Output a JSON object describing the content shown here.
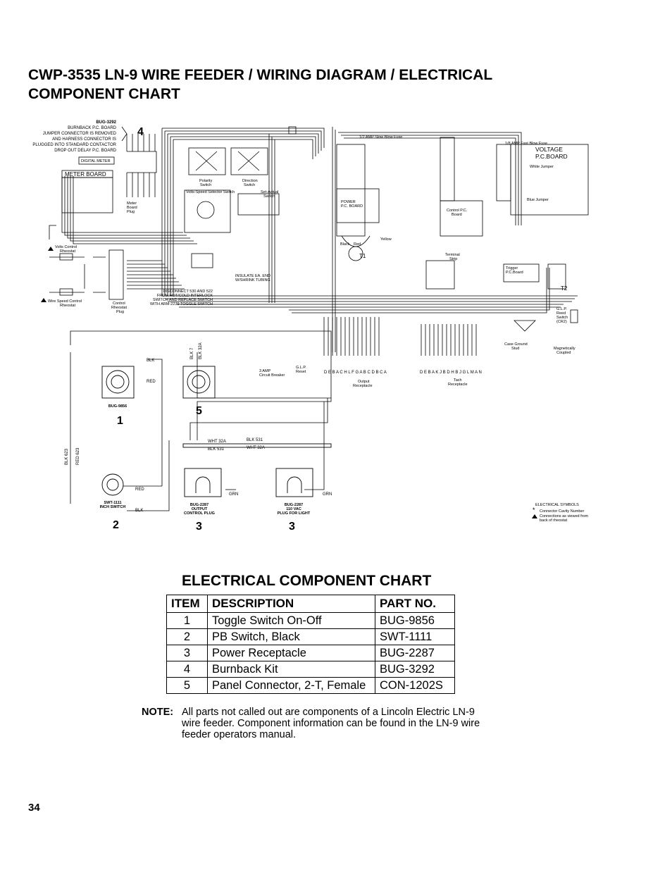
{
  "title": "CWP-3535 LN-9 WIRE FEEDER / WIRING DIAGRAM / ELECTRICAL COMPONENT CHART",
  "diagram": {
    "burnback_ref": "BUG-3292",
    "burnback_note": [
      "BURNBACK P.C. BOARD",
      "JUMPER CONNECTOR IS REMOVED",
      "AND HARNESS CONNECTOR IS",
      "PLUGGED INTO STANDARD CONTACTOR",
      "DROP OUT DELAY P.C. BOARD"
    ],
    "callouts": [
      "1",
      "2",
      "3",
      "3",
      "4",
      "5"
    ],
    "digital_meter": "DIGITAL METER",
    "meter_board": "METER BOARD",
    "meter_board_plug": [
      "Meter",
      "Board",
      "Plug"
    ],
    "volts_control_rheostat": [
      "Volts Control",
      "Rheostat"
    ],
    "wire_speed_control_rheostat": [
      "Wire Speed Control",
      "Rheostat"
    ],
    "control_rheostat_plug": [
      "Control",
      "Rheostat",
      "Plug"
    ],
    "polarity_switch": [
      "Polarity",
      "Switch"
    ],
    "direction_switch": [
      "Direction",
      "Switch"
    ],
    "volts_speed_selector": "Volts-Speed Selector Switch",
    "set_actual_switch": [
      "Set-Actual",
      "Switch"
    ],
    "insulate_note": [
      "INSULATE EA. END",
      "W/SHRINK TUBING"
    ],
    "disconnect_note": [
      "DISCONNECT 530 AND 522",
      "FROM HOT/COLD INTERLOCK",
      "SWITCH AND REPLACE SWITCH",
      "WITH ARM-2279 TOGGLE SWITCH"
    ],
    "fuse_label": "1/2 AMP Slow Blow Fuse",
    "power_pc_board": [
      "POWER",
      "P.C. BOARD"
    ],
    "control_pc_board": [
      "Control P.C.",
      "Board"
    ],
    "fast_fuse": "1/8 AMP Fast Blow Fuse",
    "voltage_board": [
      "VOLTAGE",
      "P.C.BOARD"
    ],
    "white_jumper": "White Jumper",
    "blue_jumper": "Blue Jumper",
    "terminal_strip": [
      "Terminal",
      "Strip"
    ],
    "trigger_board": [
      "Trigger",
      "P.C.Board"
    ],
    "t1": "T1",
    "t2": "T2",
    "glp_reed": [
      "G.L.P.",
      "Reed",
      "Switch",
      "(CR2)"
    ],
    "case_ground": [
      "Case Ground",
      "Stud"
    ],
    "mag_coupled": [
      "Magnetically",
      "Coupled"
    ],
    "circuit_breaker": [
      "3 AMP",
      "Circuit Breaker"
    ],
    "glp_reset": [
      "G.L.P.",
      "Reset"
    ],
    "output_receptacle": [
      "Output",
      "Receptacle"
    ],
    "tach_receptacle": [
      "Tach",
      "Receptacle"
    ],
    "wire_labels": {
      "blk": "BLK",
      "red": "RED",
      "grn": "GRN",
      "wht32a": "WHT 32A",
      "blk531": "BLK 531",
      "blk623": "BLK 623",
      "red623": "RED 623",
      "blk7": "BLK 7",
      "blk32a": "BLK 32A"
    },
    "bug9856": "BUG-9856",
    "swt1111": [
      "SWT-1111",
      "INCH SWITCH"
    ],
    "bug2287_output": [
      "BUG-2287",
      "OUTPUT",
      "CONTROL PLUG"
    ],
    "bug2287_light": [
      "BUG-2287",
      "110 VAC",
      "PLUG FOR LIGHT"
    ],
    "electrical_symbols": "ELECTRICAL SYMBOLS",
    "symbol_star": "Connector Cavity Number",
    "symbol_triangle": [
      "Connections as viewed from",
      "back of rheostat"
    ],
    "color_black": "Black",
    "color_red": "Red",
    "color_yellow": "Yellow"
  },
  "chart": {
    "title": "ELECTRICAL COMPONENT CHART",
    "headers": {
      "item": "ITEM",
      "description": "DESCRIPTION",
      "part": "PART NO."
    },
    "rows": [
      {
        "item": "1",
        "description": "Toggle Switch On-Off",
        "part": "BUG-9856"
      },
      {
        "item": "2",
        "description": "PB Switch, Black",
        "part": "SWT-1111"
      },
      {
        "item": "3",
        "description": "Power Receptacle",
        "part": "BUG-2287"
      },
      {
        "item": "4",
        "description": "Burnback Kit",
        "part": "BUG-3292"
      },
      {
        "item": "5",
        "description": "Panel Connector, 2-T, Female",
        "part": "CON-1202S"
      }
    ]
  },
  "note": {
    "label": "NOTE:",
    "text": "All parts not called out are components of a Lincoln Electric LN-9 wire feeder. Component information can be found in the LN-9 wire feeder operators manual."
  },
  "page_number": "34"
}
